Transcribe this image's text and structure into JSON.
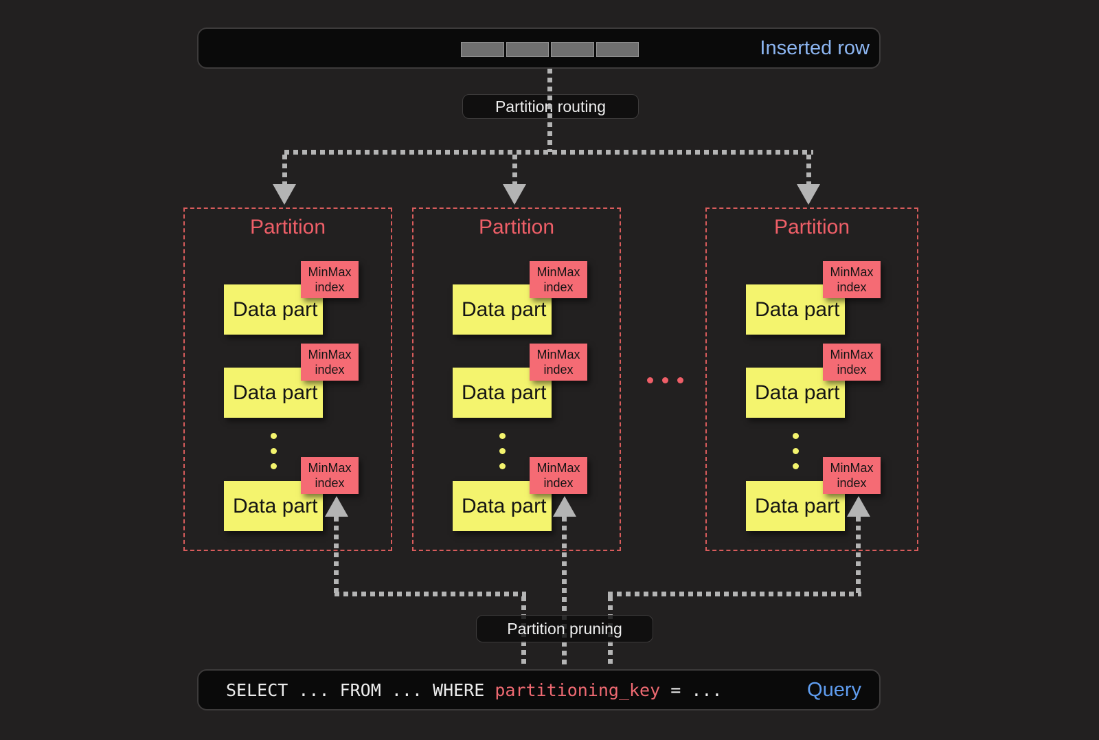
{
  "diagram": {
    "inserted_row": {
      "label": "Inserted row",
      "segment_count": 4
    },
    "routing_label": "Partition routing",
    "pruning_label": "Partition pruning",
    "ellipsis_between_partitions": "...",
    "partitions": [
      {
        "title": "Partition",
        "parts": [
          {
            "label": "Data part",
            "index_label": "MinMax index"
          },
          {
            "label": "Data part",
            "index_label": "MinMax index"
          },
          {
            "label": "Data part",
            "index_label": "MinMax index"
          }
        ]
      },
      {
        "title": "Partition",
        "parts": [
          {
            "label": "Data part",
            "index_label": "MinMax index"
          },
          {
            "label": "Data part",
            "index_label": "MinMax index"
          },
          {
            "label": "Data part",
            "index_label": "MinMax index"
          }
        ]
      },
      {
        "title": "Partition",
        "parts": [
          {
            "label": "Data part",
            "index_label": "MinMax index"
          },
          {
            "label": "Data part",
            "index_label": "MinMax index"
          },
          {
            "label": "Data part",
            "index_label": "MinMax index"
          }
        ]
      }
    ],
    "query": {
      "sql_before": "SELECT ... FROM ... WHERE ",
      "sql_key": "partitioning_key",
      "sql_after": " = ...",
      "label": "Query"
    },
    "colors": {
      "data_part_yellow": "#f4f46e",
      "minmax_pink": "#f56b74",
      "partition_red": "#ef5f68",
      "label_blue": "#8db6f2",
      "connector_gray": "#b4b4b4"
    }
  }
}
